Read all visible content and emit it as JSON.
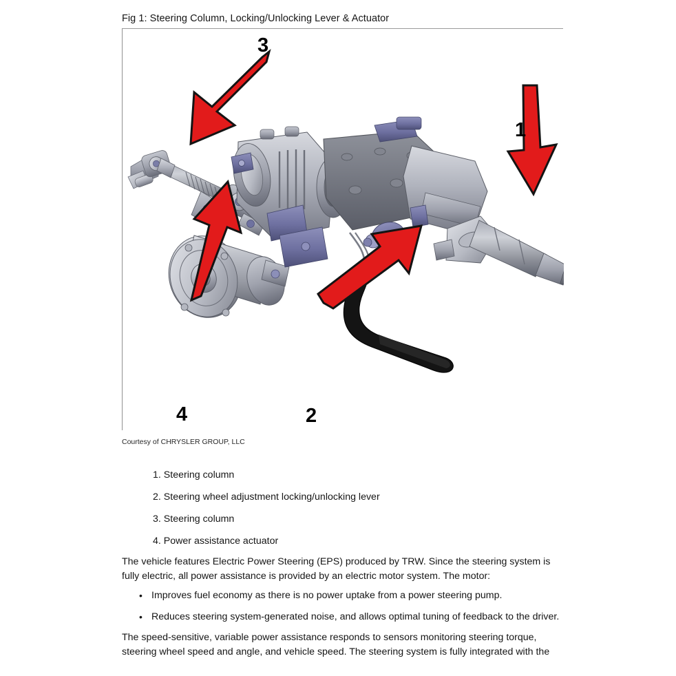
{
  "figure": {
    "title": "Fig 1: Steering Column, Locking/Unlocking Lever & Actuator",
    "courtesy": "Courtesy of CHRYSLER GROUP, LLC",
    "callouts": [
      {
        "number": "1",
        "target": "steering-column-shaft-right"
      },
      {
        "number": "2",
        "target": "locking-unlocking-lever"
      },
      {
        "number": "3",
        "target": "steering-column-intermediate-shaft"
      },
      {
        "number": "4",
        "target": "power-assistance-actuator-motor"
      }
    ],
    "arrow_color": "#e21b1b",
    "arrow_outline_color": "#111111",
    "alt": "Exploded technical illustration of an electric power steering column assembly with intermediate shaft, universal joints, gear housing, electric motor actuator, mounting brackets and locking lever"
  },
  "legend": {
    "items": [
      {
        "index": "1.",
        "label": "Steering column"
      },
      {
        "index": "2.",
        "label": "Steering wheel adjustment locking/unlocking lever"
      },
      {
        "index": "3.",
        "label": "Steering column"
      },
      {
        "index": "4.",
        "label": "Power assistance actuator"
      }
    ]
  },
  "body": {
    "paragraph_1": "The vehicle features Electric Power Steering (EPS) produced by TRW. Since the steering system is fully electric, all power assistance is provided by an electric motor system. The motor:",
    "bullets": [
      "Improves fuel economy as there is no power uptake from a power steering pump.",
      "Reduces steering system-generated noise, and allows optimal tuning of feedback to the driver."
    ],
    "bullet_marker": "•",
    "paragraph_2": "The speed-sensitive, variable power assistance responds to sensors monitoring steering torque, steering wheel speed and angle, and vehicle speed. The steering system is fully integrated with the"
  },
  "colors": {
    "page_background": "#ffffff",
    "text": "#161616",
    "frame_border": "#9a9a9a",
    "arrow_red": "#e21b1b",
    "metal_light": "#c9cbd2",
    "metal_mid": "#9b9ea8",
    "metal_dark": "#6e717c",
    "bracket_purple": "#6d6e9e",
    "lever_black": "#111111"
  }
}
